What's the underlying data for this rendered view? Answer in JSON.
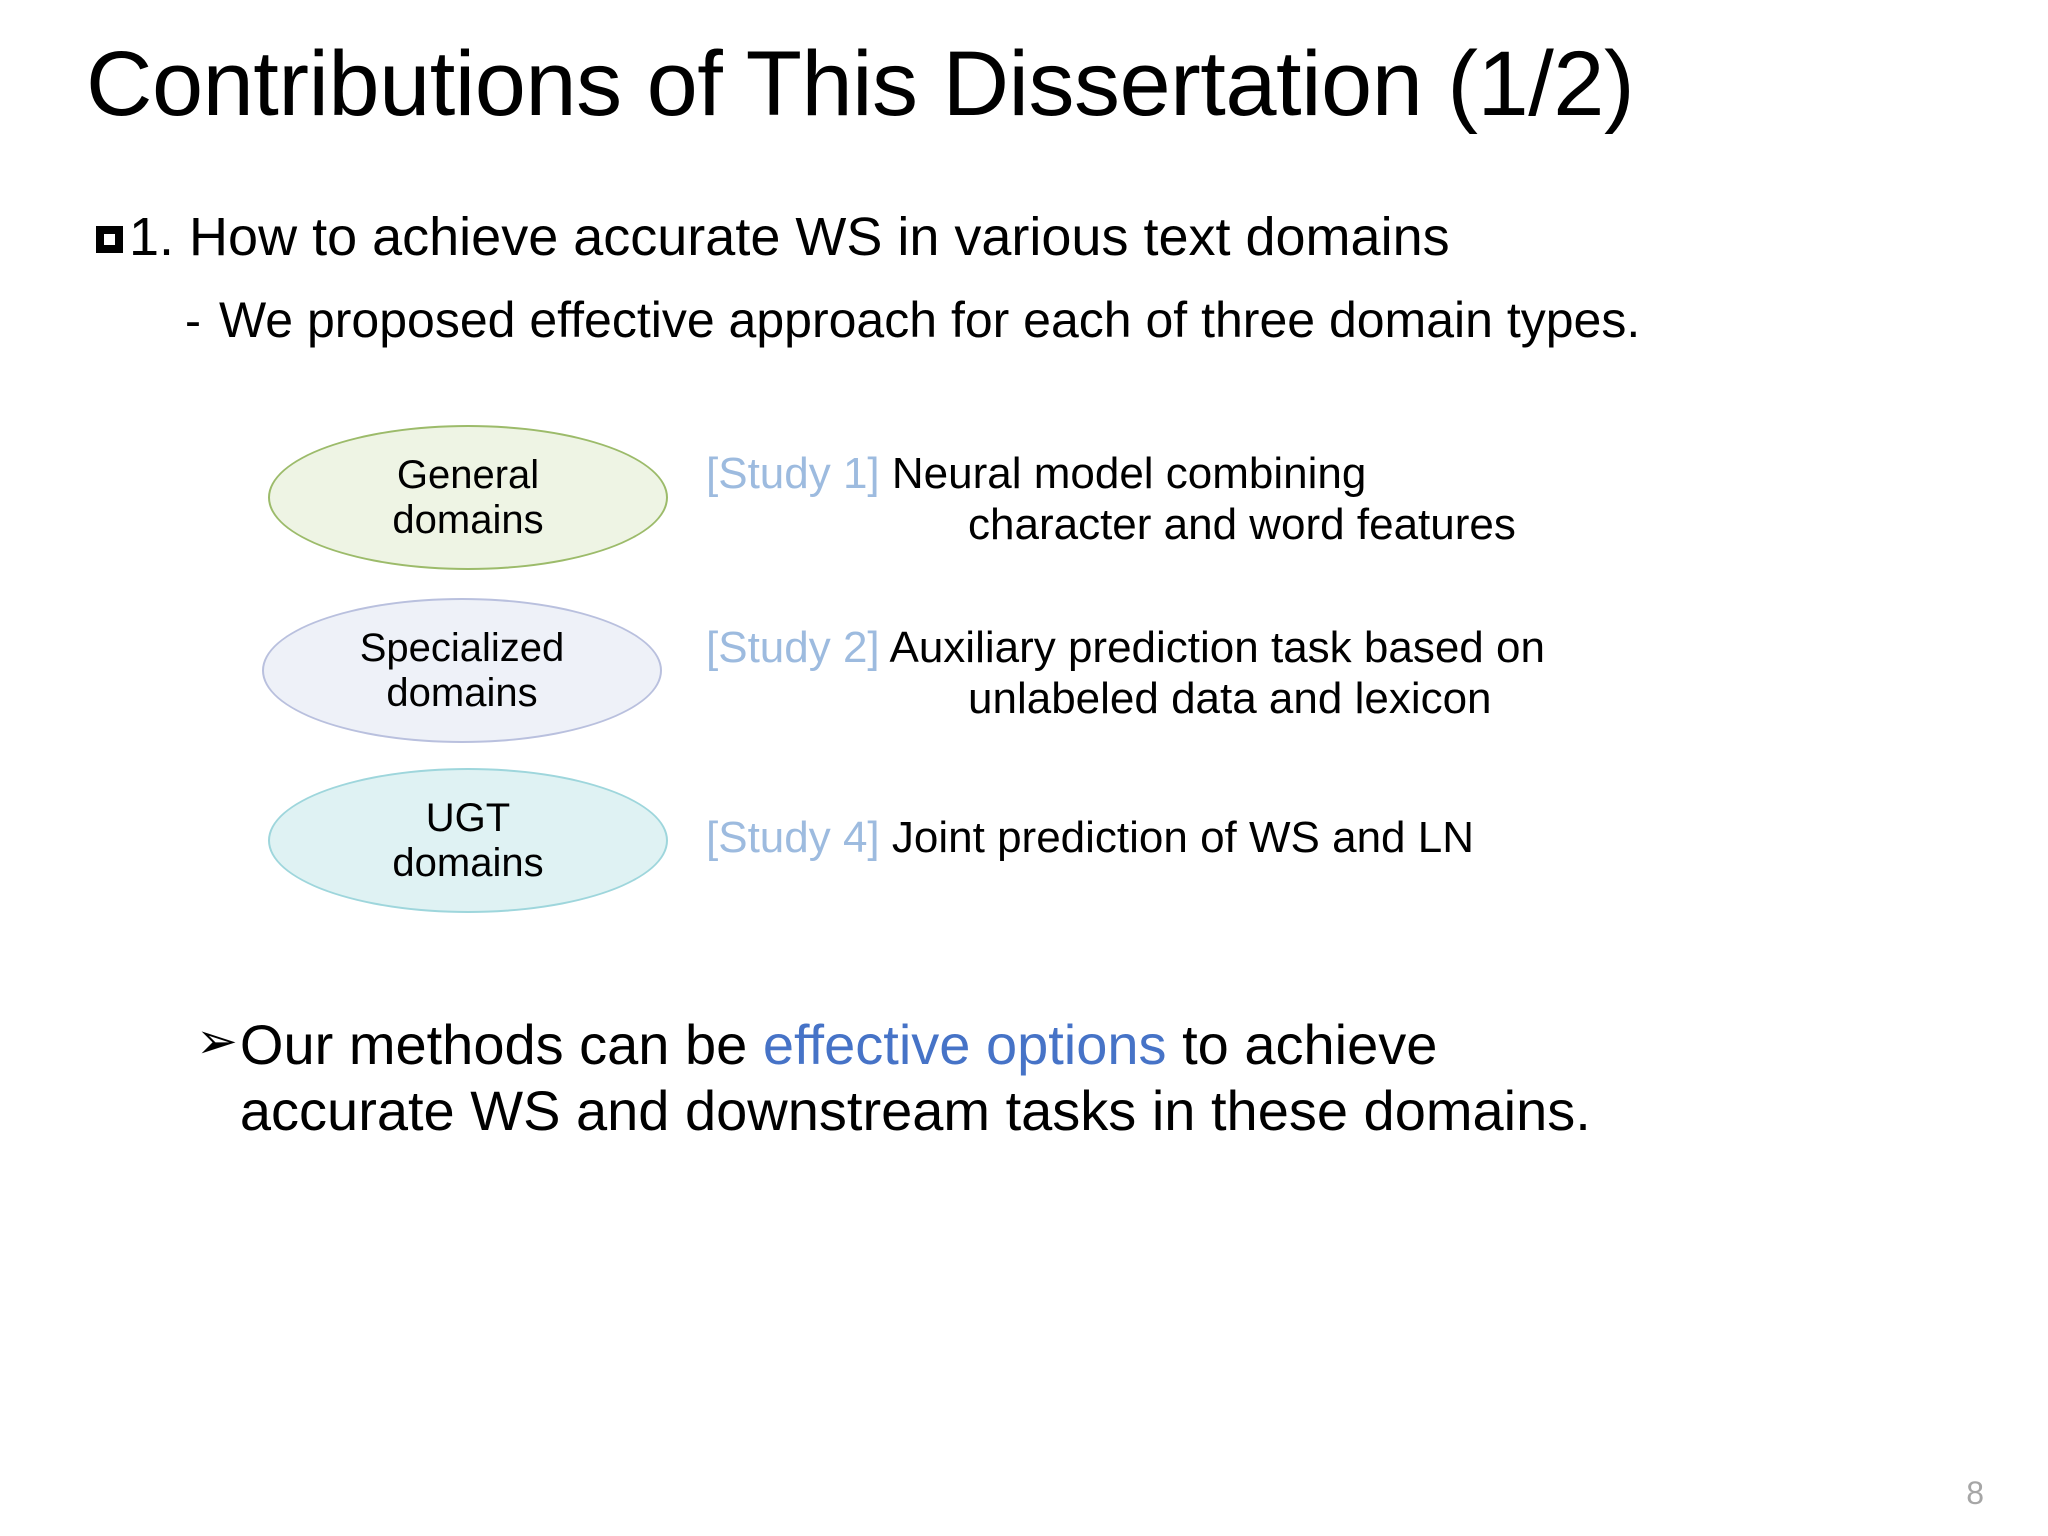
{
  "slide": {
    "title": "Contributions of This Dissertation (1/2)",
    "page_number": "8",
    "background_color": "#ffffff"
  },
  "bullets": {
    "level1": {
      "marker": "hollow-square",
      "text": "1. How to achieve accurate WS in various text domains"
    },
    "level2": {
      "marker": "-",
      "text": "We proposed effective approach for each of three domain types."
    },
    "closing": {
      "marker": "➢",
      "line1_before": "Our methods can be ",
      "line1_accent": "effective options",
      "line1_after": " to achieve",
      "line2": "accurate WS and downstream tasks in these domains.",
      "accent_color": "#4673c7"
    }
  },
  "diagram": {
    "rows": [
      {
        "ellipse_line1": "General",
        "ellipse_line2": "domains",
        "fill": "#eef4e4",
        "stroke": "#9cbb6a",
        "study_tag": "[Study 1]",
        "study_text": "Neural model combining",
        "study_text_cont": "character and word features"
      },
      {
        "ellipse_line1": "Specialized",
        "ellipse_line2": "domains",
        "fill": "#eef1f8",
        "stroke": "#b9c0de",
        "study_tag": "[Study 2]",
        "study_text": "Auxiliary prediction task based on",
        "study_text_cont": "unlabeled data and lexicon"
      },
      {
        "ellipse_line1": "UGT",
        "ellipse_line2": "domains",
        "fill": "#dff2f3",
        "stroke": "#9ed6dc",
        "study_tag": "[Study 4]",
        "study_text": "Joint prediction of WS and LN",
        "study_text_cont": ""
      }
    ],
    "study_tag_color": "#9dbbdf"
  }
}
